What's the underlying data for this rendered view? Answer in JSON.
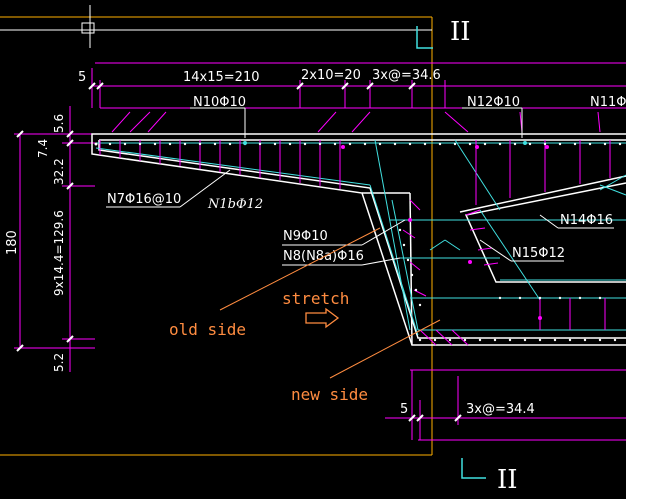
{
  "section_marks": {
    "top": "II",
    "bottom": "II"
  },
  "dimensions": {
    "top_5": "5",
    "top_14x15": "14x15=210",
    "top_2x10": "2x10=20",
    "top_3x": "3x@=34.6",
    "left_5_6": "5.6",
    "left_7_4": "7.4",
    "left_32_2": "32.2",
    "left_180": "180",
    "left_9x14": "9x14.4=129.6",
    "left_5_2": "5.2",
    "bottom_5": "5",
    "bottom_3x": "3x@=34.4"
  },
  "rebar_labels": {
    "n10": "N10Φ10",
    "n12": "N12Φ10",
    "n11": "N11Φ",
    "n7": "N7Φ16@10",
    "n16": "N1bΦ12",
    "n9": "N9Φ10",
    "n8": "N8(N8a)Φ16",
    "n14": "N14Φ16",
    "n15": "N15Φ12"
  },
  "annotations": {
    "stretch": "stretch",
    "old_side": "old side",
    "new_side": "new side"
  },
  "colors": {
    "background": "#000000",
    "dim": "#ff00ff",
    "frame": "#ffb000",
    "concrete": "#ffffff",
    "rebar": "#40e0e0",
    "annotation": "#ff8c40"
  }
}
